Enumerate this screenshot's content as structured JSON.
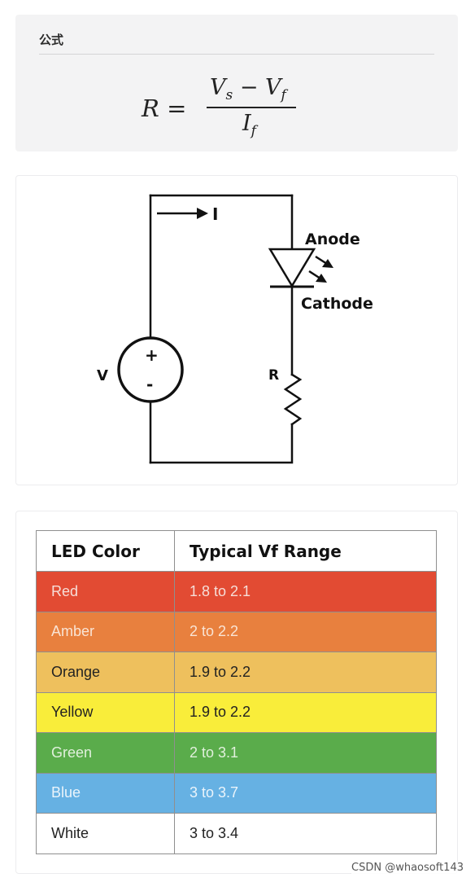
{
  "formula": {
    "heading": "公式",
    "lhs": "R",
    "equals": "=",
    "numerator_var1": "V",
    "numerator_sub1": "s",
    "minus": "−",
    "numerator_var2": "V",
    "numerator_sub2": "f",
    "denominator_var": "I",
    "denominator_sub": "f"
  },
  "circuit": {
    "current_label": "I",
    "anode_label": "Anode",
    "cathode_label": "Cathode",
    "source_label": "V",
    "plus_sign": "+",
    "minus_sign": "-",
    "resistor_label": "R"
  },
  "led_table": {
    "headers": [
      "LED Color",
      "Typical Vf Range"
    ],
    "rows": [
      {
        "color": "Red",
        "range": "1.8 to 2.1",
        "bg": "#e24b33",
        "fg": "#f6ded8"
      },
      {
        "color": "Amber",
        "range": "2 to 2.2",
        "bg": "#e8803e",
        "fg": "#f9e4d4"
      },
      {
        "color": "Orange",
        "range": "1.9 to 2.2",
        "bg": "#eec05d",
        "fg": "#222222"
      },
      {
        "color": "Yellow",
        "range": "1.9 to 2.2",
        "bg": "#f9ed3a",
        "fg": "#222222"
      },
      {
        "color": "Green",
        "range": "2 to 3.1",
        "bg": "#5aac4b",
        "fg": "#e1f0dc"
      },
      {
        "color": "Blue",
        "range": "3 to 3.7",
        "bg": "#66b1e3",
        "fg": "#eaf4fb"
      },
      {
        "color": "White",
        "range": "3 to 3.4",
        "bg": "#ffffff",
        "fg": "#222222"
      }
    ]
  },
  "watermark": "CSDN @whaosoft143"
}
